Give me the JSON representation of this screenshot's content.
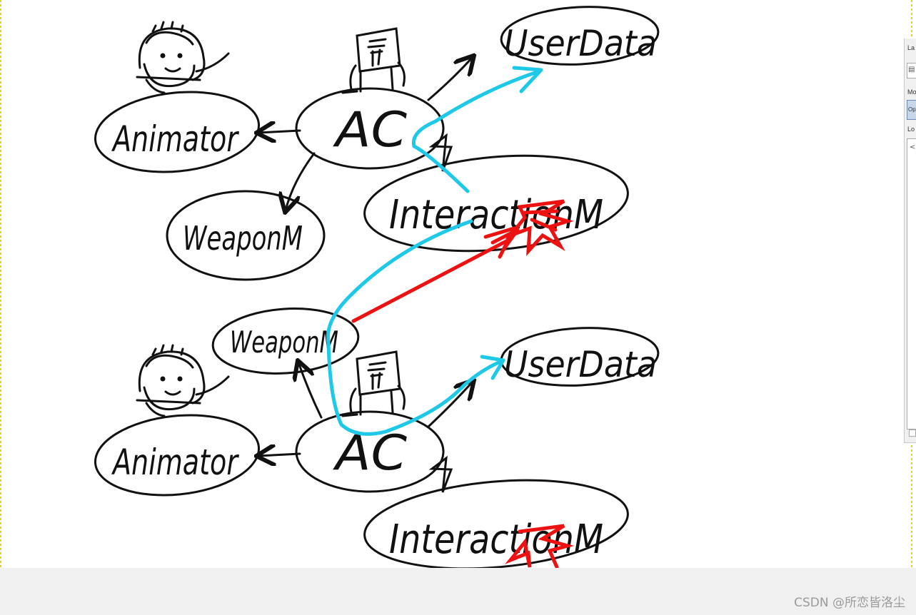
{
  "diagram": {
    "top": {
      "animator": "Animator",
      "ac": "AC",
      "user_data": "UserData",
      "weapon": "WeaponM",
      "interaction": "InteractionM"
    },
    "bottom": {
      "animator": "Animator",
      "ac": "AC",
      "user_data": "UserData",
      "weapon": "WeaponM",
      "interaction": "InteractionM"
    }
  },
  "colors": {
    "ink": "#111111",
    "cyan_path": "#1ec8e8",
    "red_path": "#ee1111"
  },
  "watermark": "CSDN @所恋皆洛尘"
}
